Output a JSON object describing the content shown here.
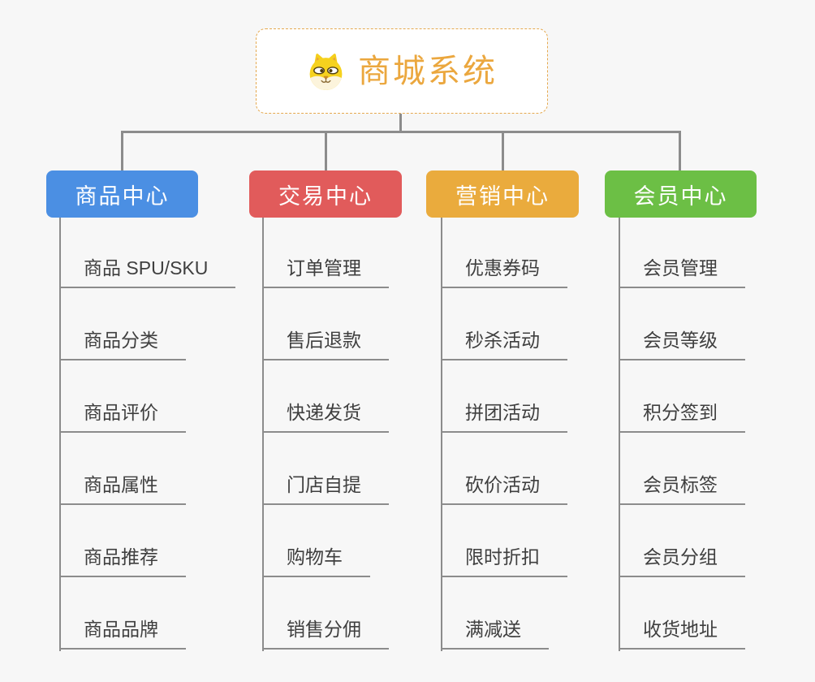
{
  "canvas": {
    "background": "#F7F7F7",
    "connector_color": "#8C8C8C"
  },
  "root": {
    "title": "商城系统",
    "icon": "dog-face-icon",
    "title_color": "#EBA73E",
    "border_color": "#E5A94F"
  },
  "branches": [
    {
      "label": "商品中心",
      "color": "#4B8FE3",
      "items": [
        "商品 SPU/SKU",
        "商品分类",
        "商品评价",
        "商品属性",
        "商品推荐",
        "商品品牌"
      ]
    },
    {
      "label": "交易中心",
      "color": "#E15B5B",
      "items": [
        "订单管理",
        "售后退款",
        "快递发货",
        "门店自提",
        "购物车",
        "销售分佣"
      ]
    },
    {
      "label": "营销中心",
      "color": "#EAAB3D",
      "items": [
        "优惠券码",
        "秒杀活动",
        "拼团活动",
        "砍价活动",
        "限时折扣",
        "满减送"
      ]
    },
    {
      "label": "会员中心",
      "color": "#6CBF45",
      "items": [
        "会员管理",
        "会员等级",
        "积分签到",
        "会员标签",
        "会员分组",
        "收货地址"
      ]
    }
  ]
}
